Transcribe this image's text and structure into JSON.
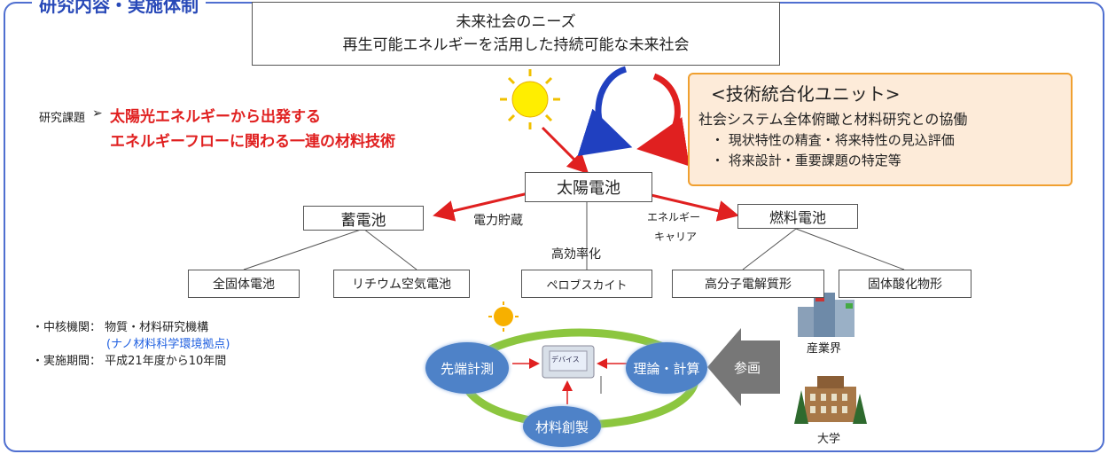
{
  "section_title": "研究内容・実施体制",
  "needs": {
    "line1": "未来社会のニーズ",
    "line2": "再生可能エネルギーを活用した持続可能な未来社会"
  },
  "unit": {
    "title": "<技術統合化ユニット>",
    "subtitle": "社会システム全体俯瞰と材料研究との協働",
    "bullet1": "・ 現状特性の精査・将来特性の見込評価",
    "bullet2": "・ 将来設計・重要課題の特定等"
  },
  "topic": {
    "label": "研究課題",
    "marker": "➢",
    "line1": "太陽光エネルギーから出発する",
    "line2": "エネルギーフローに関わる一連の材料技術"
  },
  "nodes": {
    "solar_cell": "太陽電池",
    "battery": "蓄電池",
    "fuel_cell": "燃料電池",
    "solid_battery": "全固体電池",
    "li_air": "リチウム空気電池",
    "perovskite": "ペロブスカイト",
    "polymer": "高分子電解質形",
    "oxide": "固体酸化物形"
  },
  "edge_labels": {
    "storage": "電力貯蔵",
    "carrier1": "エネルギー",
    "carrier2": "キャリア",
    "efficiency": "高効率化"
  },
  "info": {
    "core_label": "・中核機関：",
    "core_value": "物質・材料研究機構",
    "core_sub": "(ナノ材料科学環境拠点)",
    "period_label": "・実施期間：",
    "period_value": "平成21年度から10年間"
  },
  "cycle": {
    "measure": "先端計測",
    "theory": "理論・計算",
    "synthesis": "材料創製",
    "device": "デバイス",
    "join": "参画"
  },
  "participants": {
    "industry": "産業界",
    "university": "大学"
  },
  "colors": {
    "accent_red": "#e02020",
    "frame_blue": "#4f6fd0",
    "unit_fill": "#fdebd9",
    "unit_border": "#f0a030",
    "node_blue": "#4e82c8",
    "ring_green": "#8cc63f"
  }
}
